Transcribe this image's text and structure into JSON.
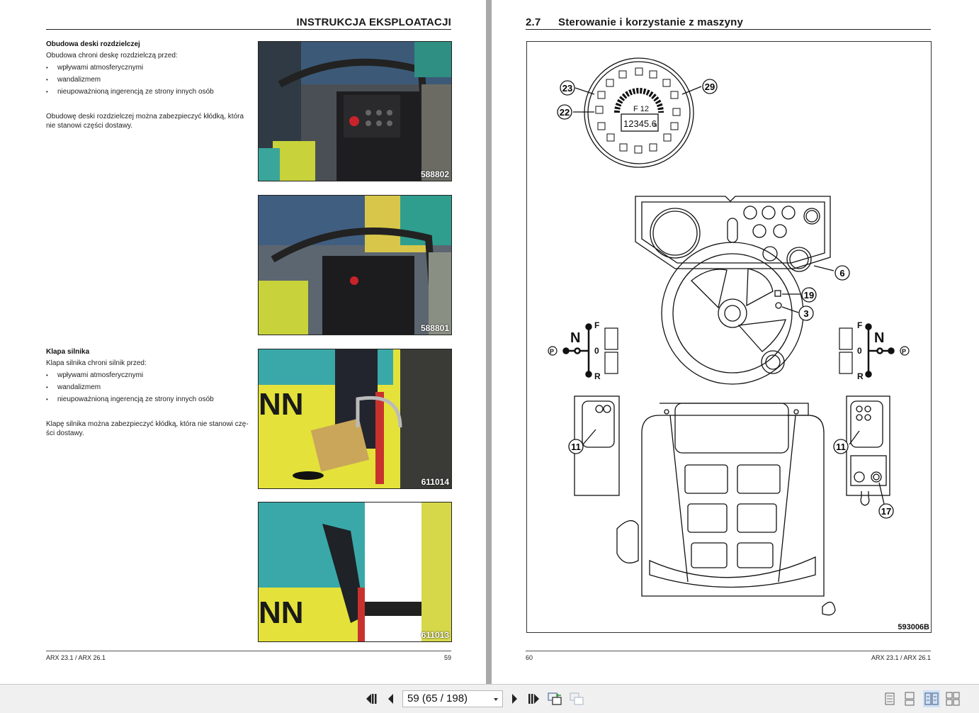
{
  "left_page": {
    "header_title": "INSTRUKCJA EKSPLOATACJI",
    "sections": [
      {
        "heading": "Obudowa deski rozdzielczej",
        "intro": "Obudowa chroni deskę rozdzielczą przed:",
        "bullets": [
          "wpływami atmosferycznymi",
          "wandalizmem",
          "nieupoważnioną ingerencją ze strony innych osób"
        ],
        "note_line1": "Obudowę deski rozdzielczej można zabezpieczyć kłódką, która",
        "note_line2": "nie stanowi części dostawy."
      },
      {
        "heading": "Klapa silnika",
        "intro": "Klapa silnika chroni silnik przed:",
        "bullets": [
          "wpływami atmosferycznymi",
          "wandalizmem",
          "nieupoważnioną ingerencją ze strony innych osób"
        ],
        "note_line1": "Klapę silnika można zabezpieczyć kłódką, która nie stanowi czę-",
        "note_line2": "ści dostawy."
      }
    ],
    "photos": [
      {
        "caption": "588802"
      },
      {
        "caption": "588801"
      },
      {
        "caption": "611014"
      },
      {
        "caption": "611013"
      }
    ],
    "footer_model": "ARX 23.1 / ARX 26.1",
    "footer_page": "59"
  },
  "right_page": {
    "section_number": "2.7",
    "section_title": "Sterowanie i korzystanie z maszyny",
    "figure": {
      "id": "593006B",
      "display": {
        "gear": "F 12",
        "hours": "12345.6",
        "hours_unit": "h"
      },
      "callouts": [
        "23",
        "29",
        "22",
        "6",
        "19",
        "3",
        "11",
        "11",
        "17"
      ],
      "shift_left": {
        "neutral": "N",
        "forward": "F",
        "zero": "0",
        "reverse": "R",
        "park": "P"
      },
      "shift_right": {
        "neutral": "N",
        "forward": "F",
        "zero": "0",
        "reverse": "R",
        "park": "P"
      }
    },
    "footer_page": "60",
    "footer_model": "ARX 23.1 / ARX 26.1"
  },
  "toolbar": {
    "page_selector_value": "59 (65 / 198)",
    "buttons": [
      "first-page",
      "previous-page",
      "next-page",
      "last-page",
      "previous-view",
      "next-view"
    ],
    "view_modes": [
      "single-page",
      "single-page-continuous",
      "two-page",
      "two-page-continuous"
    ],
    "active_view_mode": "two-page",
    "accent_color": "#cfe0f7"
  }
}
